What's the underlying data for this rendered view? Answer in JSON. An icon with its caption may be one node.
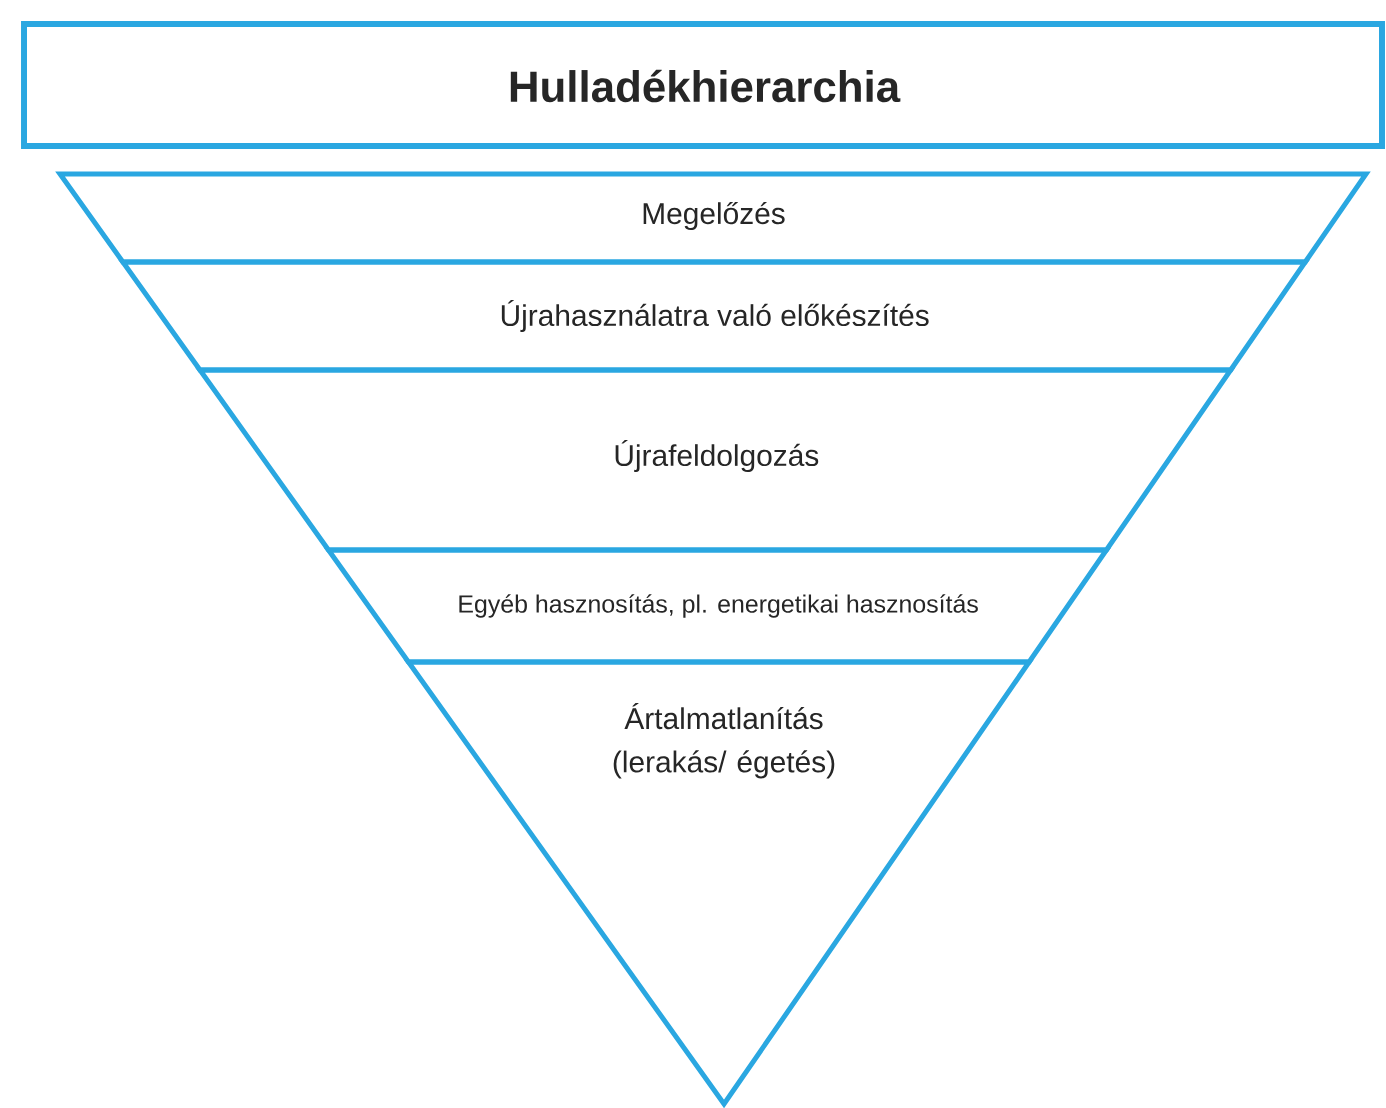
{
  "diagram": {
    "nodes": [
      {
        "text": [
          "Hulladékhierarchia"
        ]
      },
      {
        "text": [
          "Megelőzés"
        ]
      },
      {
        "text": [
          "Újrahasználatra való előkészítés"
        ]
      },
      {
        "text": [
          "Újrafeldolgozás"
        ]
      },
      {
        "text": [
          "Egyéb hasznosítás, pl. energetikai hasznosítás"
        ]
      },
      {
        "text": [
          "Ártalmatlanítás (lerakás/ égetés)"
        ]
      }
    ]
  }
}
